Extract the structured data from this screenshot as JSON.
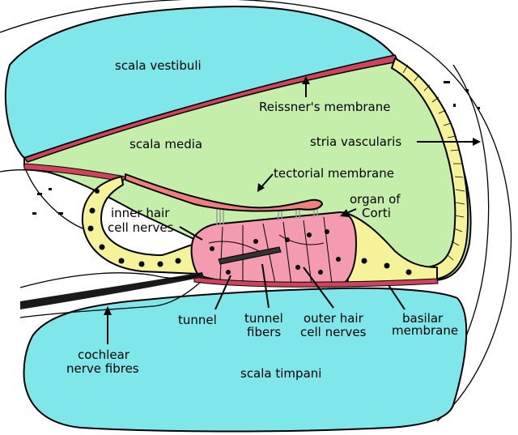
{
  "colors": {
    "scala_fluid": "#7fe6ea",
    "scala_media_fill": "#c6eeab",
    "membrane_red": "#d0445b",
    "tectorial": "#f08080",
    "organ_pink": "#f49bb0",
    "stria_yellow": "#f6f299",
    "outline": "#000000",
    "background": "#ffffff"
  },
  "labels": {
    "scala_vestibuli": "scala vestibuli",
    "reissners_membrane": "Reissner's membrane",
    "scala_media": "scala media",
    "stria_vascularis": "stria vascularis",
    "tectorial_membrane": "tectorial membrane",
    "organ_of_corti_line1": "organ of",
    "organ_of_corti_line2": "Corti",
    "inner_hair_line1": "inner hair",
    "inner_hair_line2": "cell nerves",
    "tunnel": "tunnel",
    "tunnel_fibers_line1": "tunnel",
    "tunnel_fibers_line2": "fibers",
    "outer_hair_line1": "outer hair",
    "outer_hair_line2": "cell nerves",
    "basilar_line1": "basilar",
    "basilar_line2": "membrane",
    "cochlear_line1": "cochlear",
    "cochlear_line2": "nerve fibres",
    "scala_timpani": "scala timpani"
  }
}
